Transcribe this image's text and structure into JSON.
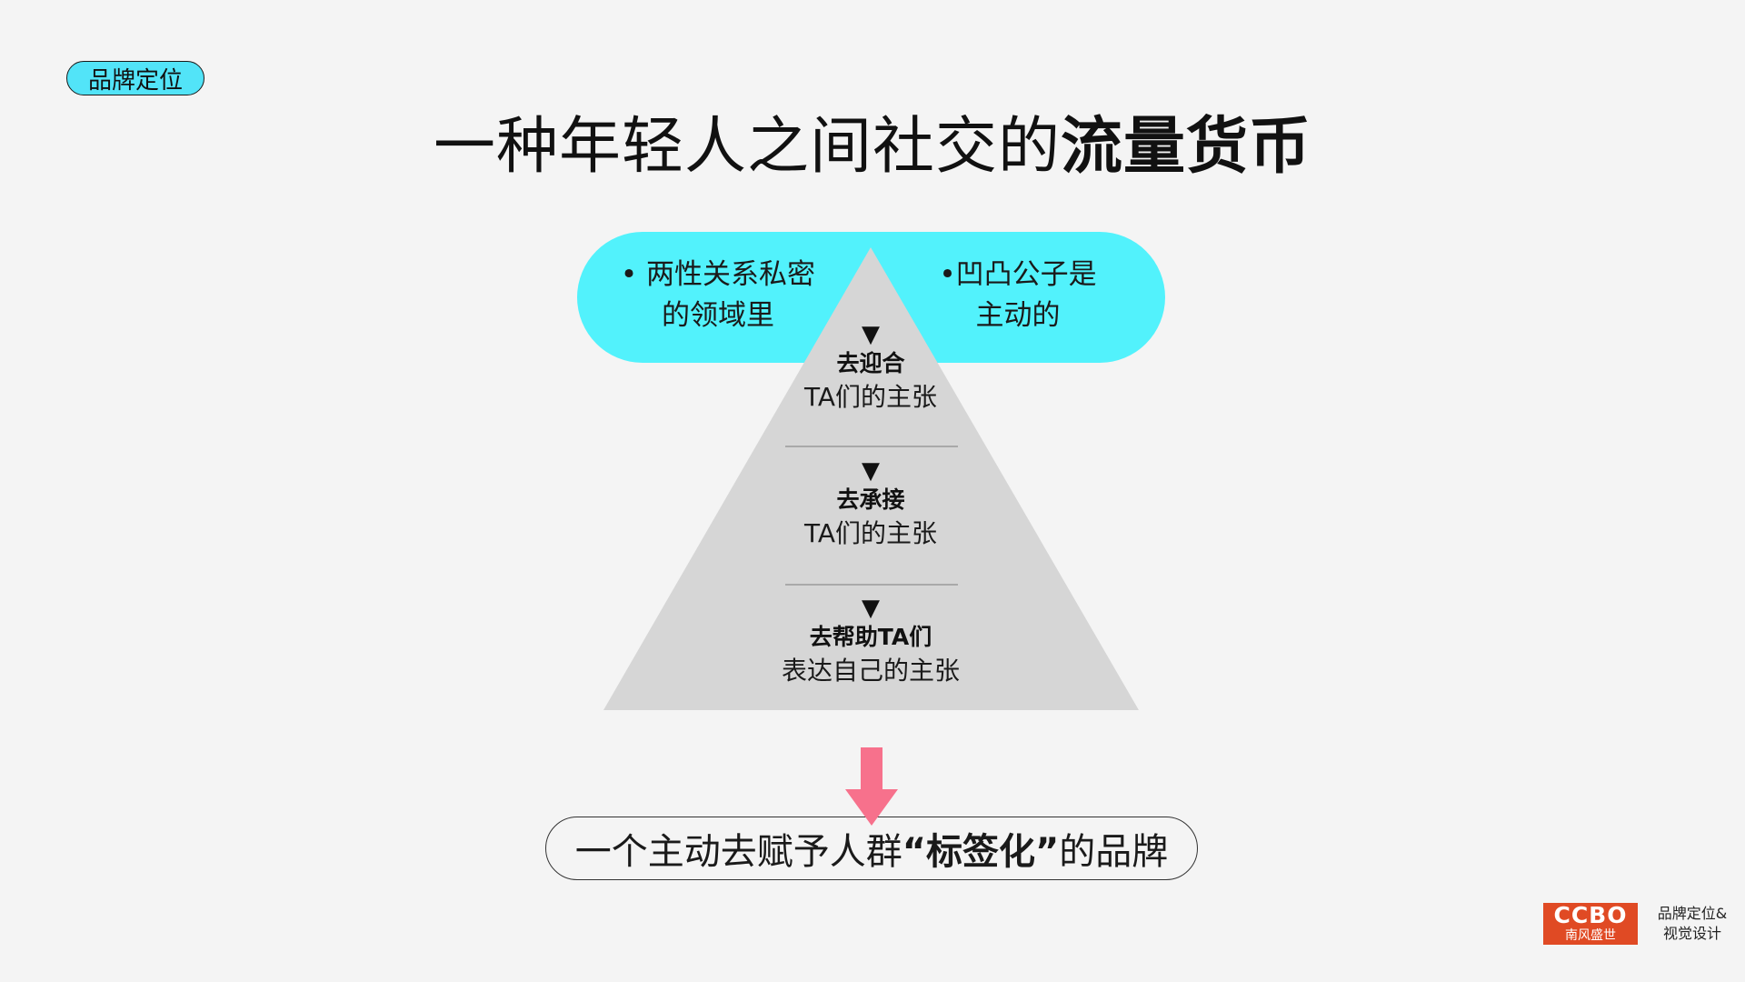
{
  "tag": {
    "label": "品牌定位"
  },
  "title": {
    "light": "一种年轻人之间社交的",
    "bold": "流量货币"
  },
  "capsule": {
    "left_line1": "• 两性关系私密",
    "left_line2": "的领域里",
    "right_line1": "•凹凸公子是",
    "right_line2": "主动的"
  },
  "pyramid": {
    "levels": [
      {
        "marker": "▼",
        "head": "去迎合",
        "sub": "TA们的主张"
      },
      {
        "marker": "▼",
        "head": "去承接",
        "sub": "TA们的主张"
      },
      {
        "marker": "▼",
        "head": "去帮助TA们",
        "sub": "表达自己的主张"
      }
    ]
  },
  "conclusion": {
    "before": "一个主动去赋予人群 ",
    "highlight": "“标签化”",
    "after": " 的品牌"
  },
  "footer": {
    "logo_line1": "CCBO",
    "logo_line2": "南风盛世",
    "tagline_line1": "品牌定位&",
    "tagline_line2": "视觉设计"
  },
  "colors": {
    "cyan": "#52f2fc",
    "pyramid": "#d6d6d6",
    "arrow": "#f7718c",
    "logo": "#e04a24"
  }
}
